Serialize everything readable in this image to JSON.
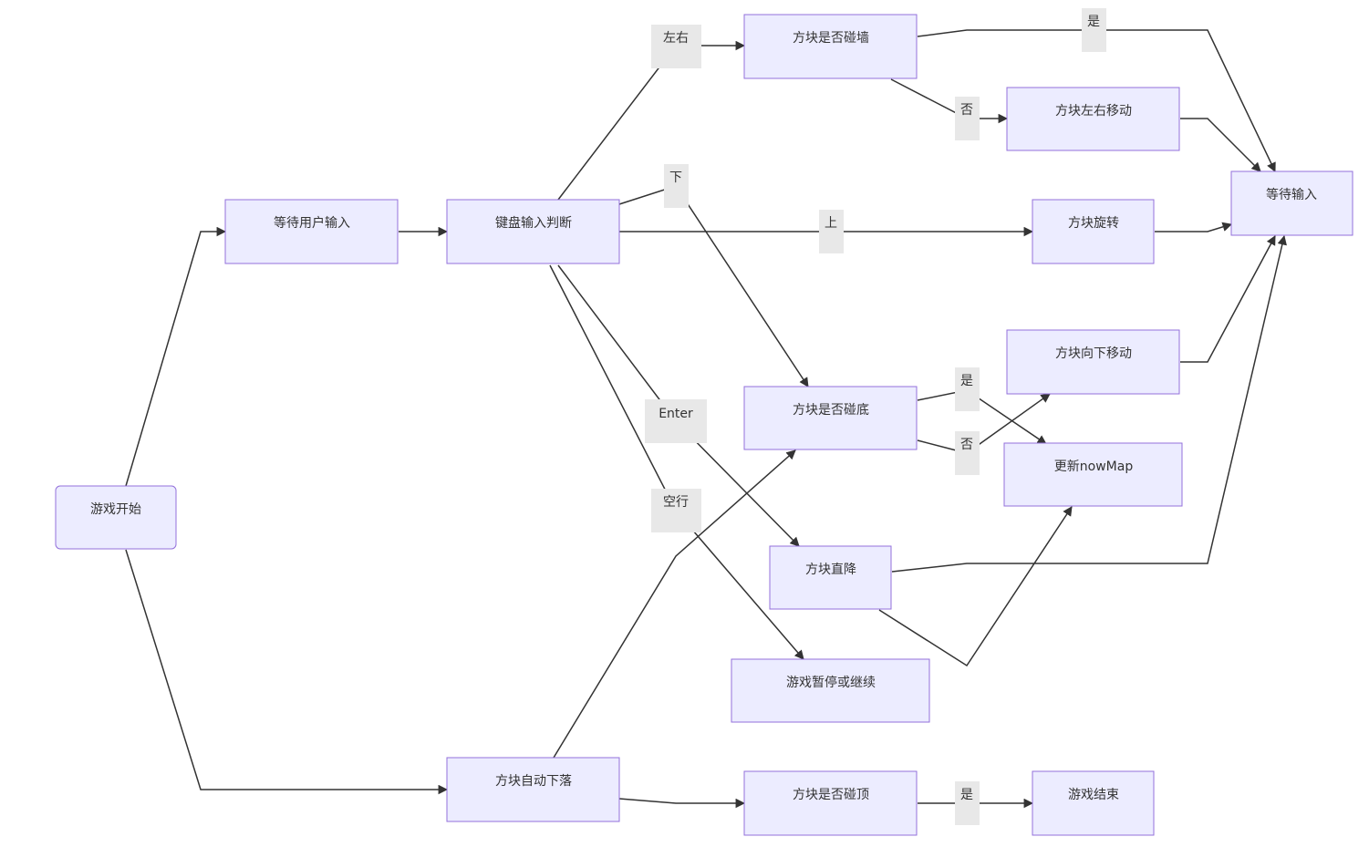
{
  "nodes": {
    "start": "游戏开始",
    "wait_user_input": "等待用户输入",
    "keyboard_judge": "键盘输入判断",
    "auto_fall": "方块自动下落",
    "hit_wall": "方块是否碰墙",
    "move_lr": "方块左右移动",
    "wait_input": "等待输入",
    "rotate": "方块旋转",
    "move_down": "方块向下移动",
    "hit_bottom": "方块是否碰底",
    "update_map": "更新nowMap",
    "hard_drop": "方块直降",
    "pause_resume": "游戏暂停或继续",
    "hit_top": "方块是否碰顶",
    "game_over": "游戏结束"
  },
  "edge_labels": {
    "left_right": "左右",
    "down": "下",
    "up": "上",
    "enter": "Enter",
    "space": "空行",
    "wall_yes": "是",
    "wall_no": "否",
    "bottom_yes": "是",
    "bottom_no": "否",
    "top_yes": "是"
  }
}
